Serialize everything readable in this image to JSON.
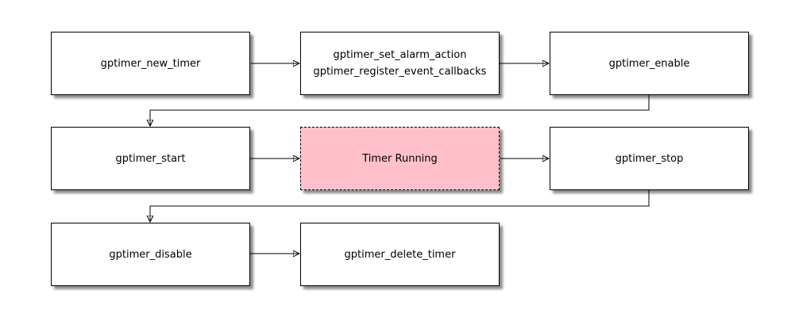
{
  "diagram": {
    "type": "flowchart",
    "background": "#ffffff",
    "colors": {
      "node_fill": "#ffffff",
      "node_border": "#000000",
      "highlight_fill": "#ffc0cb",
      "text": "#000000",
      "connector": "#000000"
    },
    "nodes": {
      "new_timer": {
        "label": "gptimer_new_timer"
      },
      "configure": {
        "lines": [
          "gptimer_set_alarm_action",
          "gptimer_register_event_callbacks"
        ]
      },
      "enable": {
        "label": "gptimer_enable"
      },
      "start": {
        "label": "gptimer_start"
      },
      "timer_running": {
        "label": "Timer Running",
        "fill": "#ffc0cb",
        "border_style": "dashed"
      },
      "stop": {
        "label": "gptimer_stop"
      },
      "disable": {
        "label": "gptimer_disable"
      },
      "delete_timer": {
        "label": "gptimer_delete_timer"
      }
    },
    "edges": [
      {
        "from": "new_timer",
        "to": "configure"
      },
      {
        "from": "configure",
        "to": "enable"
      },
      {
        "from": "enable",
        "to": "start"
      },
      {
        "from": "start",
        "to": "timer_running"
      },
      {
        "from": "timer_running",
        "to": "stop"
      },
      {
        "from": "stop",
        "to": "disable"
      },
      {
        "from": "disable",
        "to": "delete_timer"
      }
    ]
  }
}
